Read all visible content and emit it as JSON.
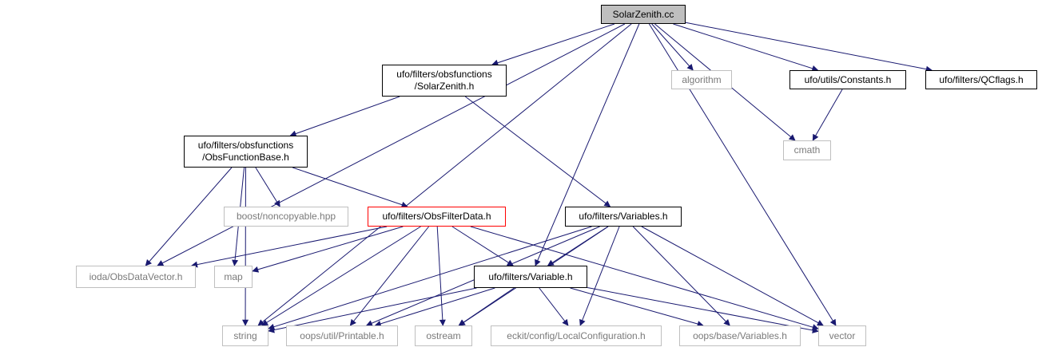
{
  "nodes": {
    "solarzenith_cc": {
      "label": "SolarZenith.cc",
      "kind": "root"
    },
    "solarzenith_h": {
      "line1": "ufo/filters/obsfunctions",
      "line2": "/SolarZenith.h",
      "kind": "proj"
    },
    "algorithm": {
      "label": "algorithm",
      "kind": "sys"
    },
    "constants_h": {
      "label": "ufo/utils/Constants.h",
      "kind": "proj"
    },
    "qcflags_h": {
      "label": "ufo/filters/QCflags.h",
      "kind": "proj"
    },
    "cmath": {
      "label": "cmath",
      "kind": "sys"
    },
    "obsfunctionbase_h": {
      "line1": "ufo/filters/obsfunctions",
      "line2": "/ObsFunctionBase.h",
      "kind": "proj"
    },
    "boost_noncopyable": {
      "label": "boost/noncopyable.hpp",
      "kind": "sys"
    },
    "obsfilterdata_h": {
      "label": "ufo/filters/ObsFilterData.h",
      "kind": "truncated"
    },
    "variables_h": {
      "label": "ufo/filters/Variables.h",
      "kind": "proj"
    },
    "obsdatavector_h": {
      "label": "ioda/ObsDataVector.h",
      "kind": "sys"
    },
    "map": {
      "label": "map",
      "kind": "sys"
    },
    "variable_h": {
      "label": "ufo/filters/Variable.h",
      "kind": "proj"
    },
    "string": {
      "label": "string",
      "kind": "sys"
    },
    "printable_h": {
      "label": "oops/util/Printable.h",
      "kind": "sys"
    },
    "ostream": {
      "label": "ostream",
      "kind": "sys"
    },
    "localconfiguration_h": {
      "label": "eckit/config/LocalConfiguration.h",
      "kind": "sys"
    },
    "oops_variables_h": {
      "label": "oops/base/Variables.h",
      "kind": "sys"
    },
    "vector": {
      "label": "vector",
      "kind": "sys"
    }
  },
  "edges": [
    [
      "solarzenith_cc",
      "solarzenith_h"
    ],
    [
      "solarzenith_cc",
      "algorithm"
    ],
    [
      "solarzenith_cc",
      "constants_h"
    ],
    [
      "solarzenith_cc",
      "qcflags_h"
    ],
    [
      "solarzenith_cc",
      "cmath"
    ],
    [
      "solarzenith_cc",
      "obsdatavector_h"
    ],
    [
      "solarzenith_cc",
      "string"
    ],
    [
      "solarzenith_cc",
      "variable_h"
    ],
    [
      "solarzenith_cc",
      "vector"
    ],
    [
      "constants_h",
      "cmath"
    ],
    [
      "solarzenith_h",
      "obsfunctionbase_h"
    ],
    [
      "solarzenith_h",
      "variables_h"
    ],
    [
      "obsfunctionbase_h",
      "boost_noncopyable"
    ],
    [
      "obsfunctionbase_h",
      "obsfilterdata_h"
    ],
    [
      "obsfunctionbase_h",
      "obsdatavector_h"
    ],
    [
      "obsfunctionbase_h",
      "map"
    ],
    [
      "obsfunctionbase_h",
      "string"
    ],
    [
      "obsfilterdata_h",
      "obsdatavector_h"
    ],
    [
      "obsfilterdata_h",
      "map"
    ],
    [
      "obsfilterdata_h",
      "variable_h"
    ],
    [
      "obsfilterdata_h",
      "string"
    ],
    [
      "obsfilterdata_h",
      "printable_h"
    ],
    [
      "obsfilterdata_h",
      "ostream"
    ],
    [
      "obsfilterdata_h",
      "vector"
    ],
    [
      "variables_h",
      "variable_h"
    ],
    [
      "variables_h",
      "string"
    ],
    [
      "variables_h",
      "printable_h"
    ],
    [
      "variables_h",
      "ostream"
    ],
    [
      "variables_h",
      "localconfiguration_h"
    ],
    [
      "variables_h",
      "oops_variables_h"
    ],
    [
      "variables_h",
      "vector"
    ],
    [
      "variable_h",
      "string"
    ],
    [
      "variable_h",
      "printable_h"
    ],
    [
      "variable_h",
      "ostream"
    ],
    [
      "variable_h",
      "localconfiguration_h"
    ],
    [
      "variable_h",
      "oops_variables_h"
    ],
    [
      "variable_h",
      "vector"
    ]
  ],
  "colors": {
    "edge": "#191970",
    "project_border": "#000000",
    "system_border": "#bfbfbf",
    "system_text": "#7a7a7a",
    "root_fill": "#bfbfbf",
    "truncated_border": "#ff0000"
  }
}
